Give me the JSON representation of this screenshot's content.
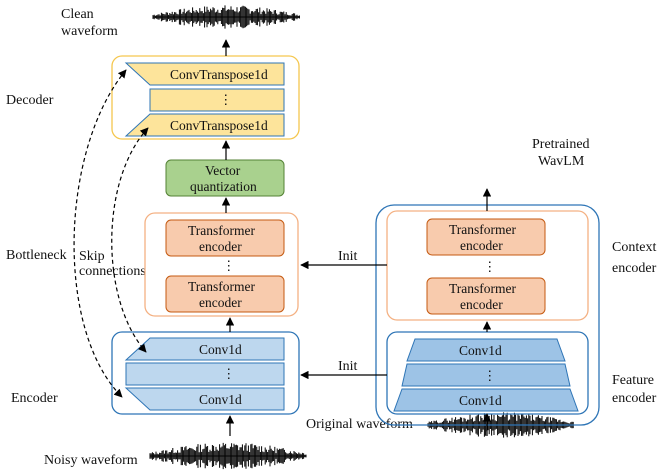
{
  "labels": {
    "clean_waveform_1": "Clean",
    "clean_waveform_2": "waveform",
    "decoder": "Decoder",
    "bottleneck": "Bottleneck",
    "encoder": "Encoder",
    "skip_connections_1": "Skip",
    "skip_connections_2": "connections",
    "noisy_waveform": "Noisy waveform",
    "original_waveform": "Original waveform",
    "pretrained_1": "Pretrained",
    "pretrained_2": "WavLM",
    "context_encoder_1": "Context",
    "context_encoder_2": "encoder",
    "feature_encoder_1": "Feature",
    "feature_encoder_2": "encoder",
    "init_top": "Init",
    "init_bottom": "Init"
  },
  "blocks": {
    "convtranspose": "ConvTranspose1d",
    "dots": "⋮",
    "vq_1": "Vector",
    "vq_2": "quantization",
    "transformer_1": "Transformer",
    "transformer_2": "encoder",
    "conv1d": "Conv1d"
  },
  "colors": {
    "decoder_fill": "#fde49b",
    "decoder_border": "#f5c74f",
    "vq_fill": "#a9d18e",
    "vq_border": "#548235",
    "transformer_fill": "#f8cbad",
    "transformer_border": "#c55a11",
    "bottleneck_border": "#f4b183",
    "encoder_fill": "#bdd7ee",
    "encoder_border": "#2e75b6",
    "wavlm_feature_fill": "#9dc3e6",
    "blue_border": "#2e75b6"
  }
}
